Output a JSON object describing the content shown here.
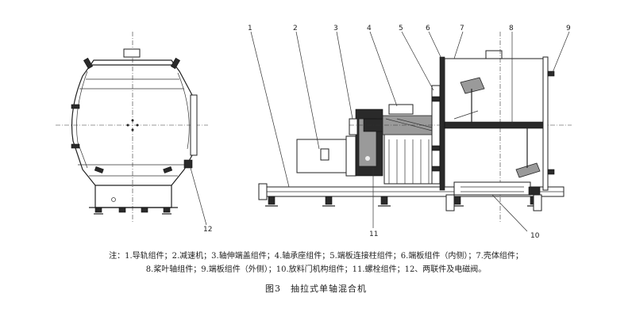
{
  "figure": {
    "callouts": [
      "1",
      "2",
      "3",
      "4",
      "5",
      "6",
      "7",
      "8",
      "9",
      "10",
      "11",
      "12"
    ],
    "notes": {
      "line1": "注：1.导轨组件；2.减速机；3.轴伸端盖组件；4.轴承座组件；5.端板连接柱组件；6.端板组件（内侧）；7.壳体组件；",
      "line2": "8.桨叶轴组件；9.端板组件（外侧）；10.放料门机构组件；11.螺栓组件；12、两联件及电磁阀。"
    },
    "caption": "图3　抽拉式单轴混合机"
  }
}
